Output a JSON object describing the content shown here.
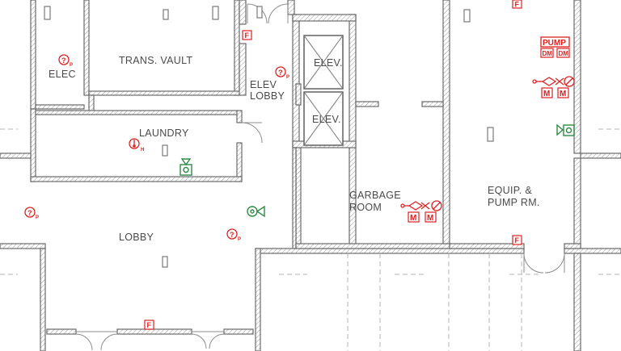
{
  "rooms": {
    "elec": "ELEC",
    "trans_vault": "TRANS. VAULT",
    "elev_lobby_1": "ELEV",
    "elev_lobby_2": "LOBBY",
    "elev_a": "ELEV.",
    "elev_b": "ELEV.",
    "laundry": "LAUNDRY",
    "garbage_1": "GARBAGE",
    "garbage_2": "ROOM",
    "equip_1": "EQUIP. &",
    "equip_2": "PUMP RM.",
    "lobby": "LOBBY"
  },
  "symbols": {
    "fire_tag": "F",
    "pump": "PUMP",
    "dm": "DM",
    "motor": "M",
    "p_sub": "P",
    "h_sub": "H"
  },
  "colors": {
    "fire_red": "#e02020",
    "green": "#2e8b45",
    "wall": "#707070"
  }
}
